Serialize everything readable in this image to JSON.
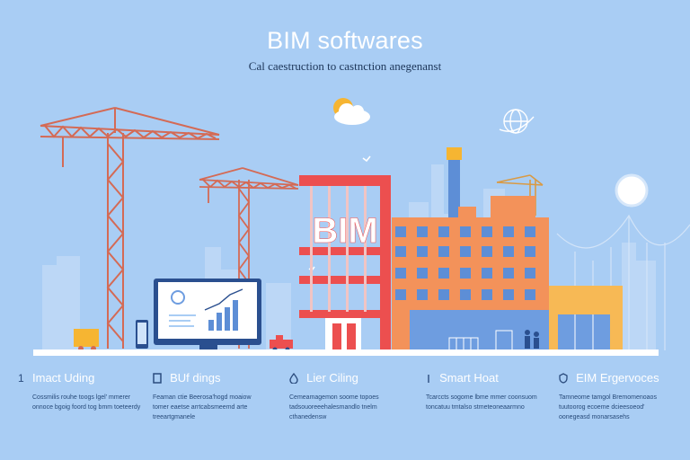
{
  "header": {
    "title": "BIM softwares",
    "subtitle": "Cal caestruction to castnction anegenanst"
  },
  "hero": {
    "building_sign": "BIM"
  },
  "colors": {
    "sky": "#a9cdf4",
    "crane": "#d46a55",
    "frame_red": "#ec4f4f",
    "building_orange": "#f3925a",
    "annex_yellow": "#f7b955",
    "window_blue": "#5d8ed6"
  },
  "features": [
    {
      "number": "1",
      "icon": "",
      "label": "Imact Uding",
      "desc": "Cossmilis rouhe toogs lgel' mmerer onnoce bgoig foord tog bmm toeteerdy"
    },
    {
      "number": "",
      "icon": "bim-icon",
      "label": "BUf dings",
      "desc": "Feaman ctie Beerosa'hogd moaiow tomer eaetse arrtcabsmeemd arte treeartgmanele"
    },
    {
      "number": "",
      "icon": "water-drop-icon",
      "label": "Lier Ciling",
      "desc": "Cemeamagemon soome topoes tadsouoreeehalesmandlo tnelm cthanedensw"
    },
    {
      "number": "",
      "icon": "",
      "label": "Smart Hoat",
      "desc": "Tcarccts sogome lbme mmer coonsuom toncatuu tmtalso stmeteoneaarmno"
    },
    {
      "number": "",
      "icon": "shield-icon",
      "label": "EIM Ergervoces",
      "desc": "Tamneome tamgol Bremomenoaos tuutoorog ecoeme dcieesoeod' oonegeasd monarsasehs"
    }
  ]
}
